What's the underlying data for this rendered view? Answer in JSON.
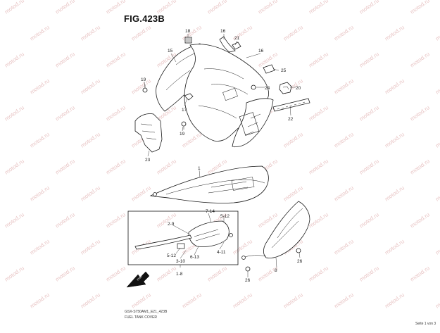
{
  "figure": {
    "title": "FIG.423B",
    "code": "GSX-S750AM1_E21_423B",
    "name": "FUEL TANK COVER",
    "page_label": "Seite 1 von 3"
  },
  "watermark": "motod.ru",
  "callouts": {
    "c1": "1",
    "c8": "8",
    "c15": "15",
    "c16a": "16",
    "c16b": "16",
    "c17": "17",
    "c18": "18",
    "c19a": "19",
    "c19b": "19",
    "c20": "20",
    "c21": "21",
    "c22": "22",
    "c23": "23",
    "c24": "24",
    "c25": "25",
    "c26a": "26",
    "c26b": "26",
    "c1_8": "1-8",
    "c2_9": "2-9",
    "c3_10": "3-10",
    "c4_11": "4-11",
    "c5_12a": "5-12",
    "c5_12b": "5-12",
    "c6_13": "6-13",
    "c7_14": "7-14"
  },
  "icons": {
    "front_arrow": "front-direction-arrow-icon"
  }
}
